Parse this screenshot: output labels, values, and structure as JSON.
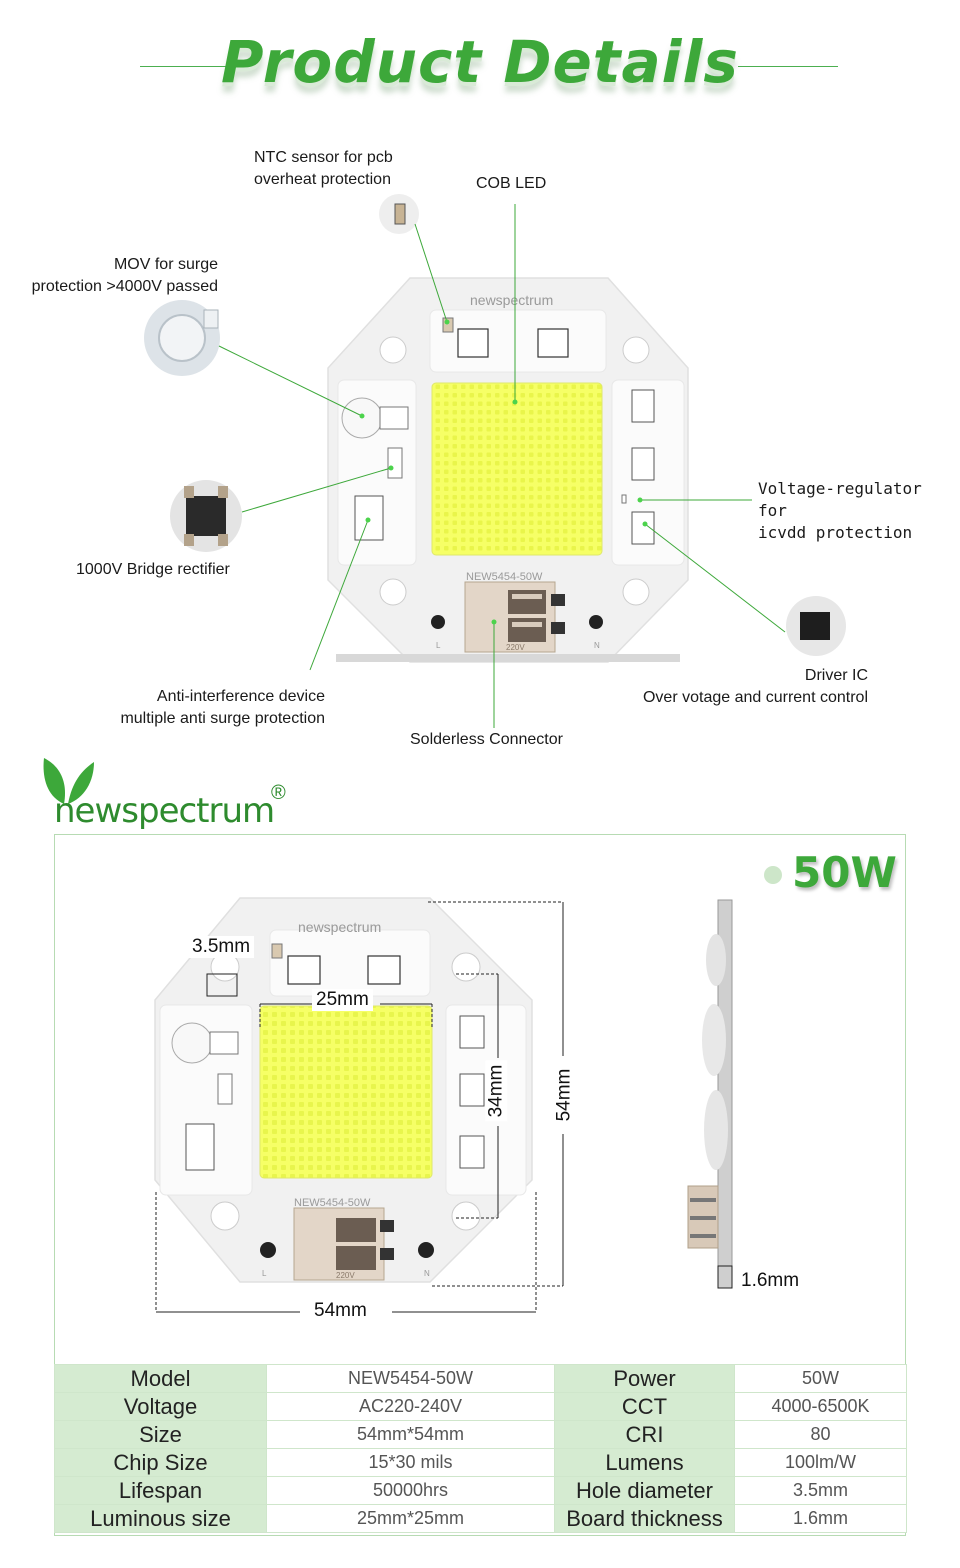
{
  "header": {
    "title": "Product Details"
  },
  "callouts": {
    "ntc": [
      "NTC sensor for pcb",
      "overheat protection"
    ],
    "cob": "COB LED",
    "mov": [
      "MOV for surge",
      "protection >4000V passed"
    ],
    "vreg": [
      "Voltage-regulator for",
      "icvdd protection"
    ],
    "bridge": "1000V Bridge rectifier",
    "driver": [
      "Driver IC",
      "Over votage and current control"
    ],
    "anti": [
      "Anti-interference device",
      "multiple anti surge protection"
    ],
    "connector": "Solderless Connector"
  },
  "board": {
    "brand": "newspectrum",
    "model_print": "NEW5454-50W",
    "volt_print": "220V",
    "l": "L",
    "n": "N"
  },
  "logo": {
    "text": "newspectrum",
    "reg": "®"
  },
  "spec": {
    "watt": "50W",
    "dims": {
      "hole": "3.5mm",
      "chip_w": "25mm",
      "chip_h": "34mm",
      "board_h": "54mm",
      "board_w": "54mm",
      "thickness": "1.6mm"
    },
    "rows": [
      [
        "Model",
        "NEW5454-50W",
        "Power",
        "50W"
      ],
      [
        "Voltage",
        "AC220-240V",
        "CCT",
        "4000-6500K"
      ],
      [
        "Size",
        "54mm*54mm",
        "CRI",
        "80"
      ],
      [
        "Chip Size",
        "15*30 mils",
        "Lumens",
        "100lm/W"
      ],
      [
        "Lifespan",
        "50000hrs",
        "Hole diameter",
        "3.5mm"
      ],
      [
        "Luminous size",
        "25mm*25mm",
        "Board thickness",
        "1.6mm"
      ]
    ]
  },
  "colors": {
    "accent": "#3da83a",
    "led": "#f4ff5a",
    "board": "#f2f2f2",
    "table_key": "#d5ebd1"
  }
}
